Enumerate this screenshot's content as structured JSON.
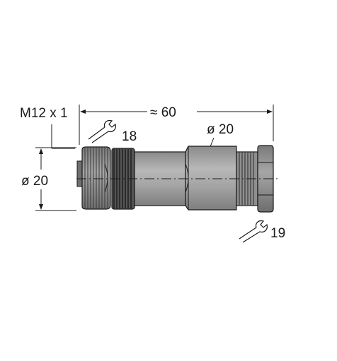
{
  "thread_label": "M12 x 1",
  "length_label": "≈ 60",
  "wrench_front_label": "18",
  "wrench_rear_label": "19",
  "body_diameter_label": "ø 20",
  "front_diameter_label": "ø 20",
  "colors": {
    "line": "#1a1a1a",
    "body_fill": "#9b9b9b",
    "body_light": "#b5b5b5",
    "nut_dark": "#3a3a3a",
    "knurl_fill": "#808080"
  }
}
